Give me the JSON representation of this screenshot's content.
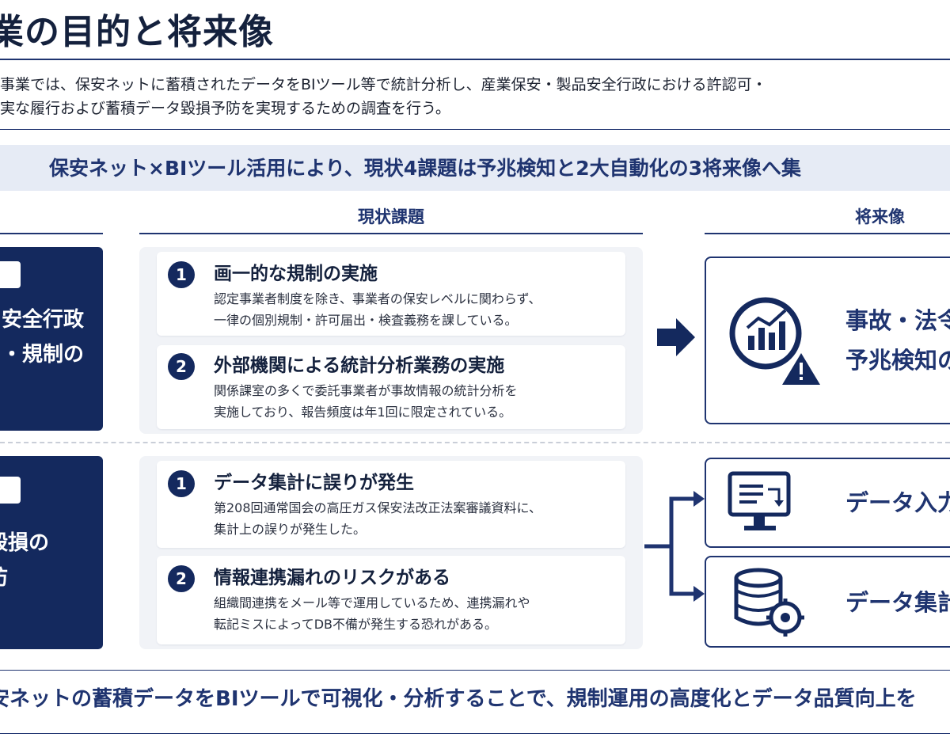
{
  "page": {
    "title": "業の目的と将来像",
    "intro_lines": [
      "事業では、保安ネットに蓄積されたデータをBIツール等で統計分析し、産業保安・製品安全行政における許認可・",
      "実な履行および蓄積データ毀損予防を実現するための調査を行う。"
    ]
  },
  "banner": {
    "text": "保安ネット×BIツール活用により、現状4課題は予兆検知と2大自動化の3将来像へ集"
  },
  "columns": {
    "current": "現状課題",
    "future": "将来像"
  },
  "left_cards": [
    {
      "lines": [
        "安全行政",
        "・規制の"
      ]
    },
    {
      "lines": [
        "毀損の",
        "防"
      ]
    }
  ],
  "groups": [
    {
      "issues": [
        {
          "num": "1",
          "title": "画一的な規制の実施",
          "desc": [
            "認定事業者制度を除き、事業者の保安レベルに関わらず、",
            "一律の個別規制・許可届出・検査義務を課している。"
          ]
        },
        {
          "num": "2",
          "title": "外部機関による統計分析業務の実施",
          "desc": [
            "関係課室の多くで委託事業者が事故情報の統計分析を",
            "実施しており、報告頻度は年1回に限定されている。"
          ]
        }
      ]
    },
    {
      "issues": [
        {
          "num": "1",
          "title": "データ集計に誤りが発生",
          "desc": [
            "第208回通常国会の高圧ガス保安法改正法案審議資料に、",
            "集計上の誤りが発生した。"
          ]
        },
        {
          "num": "2",
          "title": "情報連携漏れのリスクがある",
          "desc": [
            "組織間連携をメール等で運用しているため、連携漏れや",
            "転記ミスによってDB不備が発生する恐れがある。"
          ]
        }
      ]
    }
  ],
  "futures": [
    {
      "icon": "analytics-warning-icon",
      "lines": [
        "事故・法令",
        "予兆検知の"
      ]
    },
    {
      "icon": "monitor-data-entry-icon",
      "lines": [
        "データ入力"
      ]
    },
    {
      "icon": "database-gear-icon",
      "lines": [
        "データ集計"
      ]
    }
  ],
  "footer": {
    "text": "安ネットの蓄積データをBIツールで可視化・分析することで、規制運用の高度化とデータ品質向上を"
  },
  "colors": {
    "navy": "#14295e",
    "accent": "#1f3470",
    "banner_bg": "#e6ebf5",
    "group_bg": "#f1f3f7"
  }
}
